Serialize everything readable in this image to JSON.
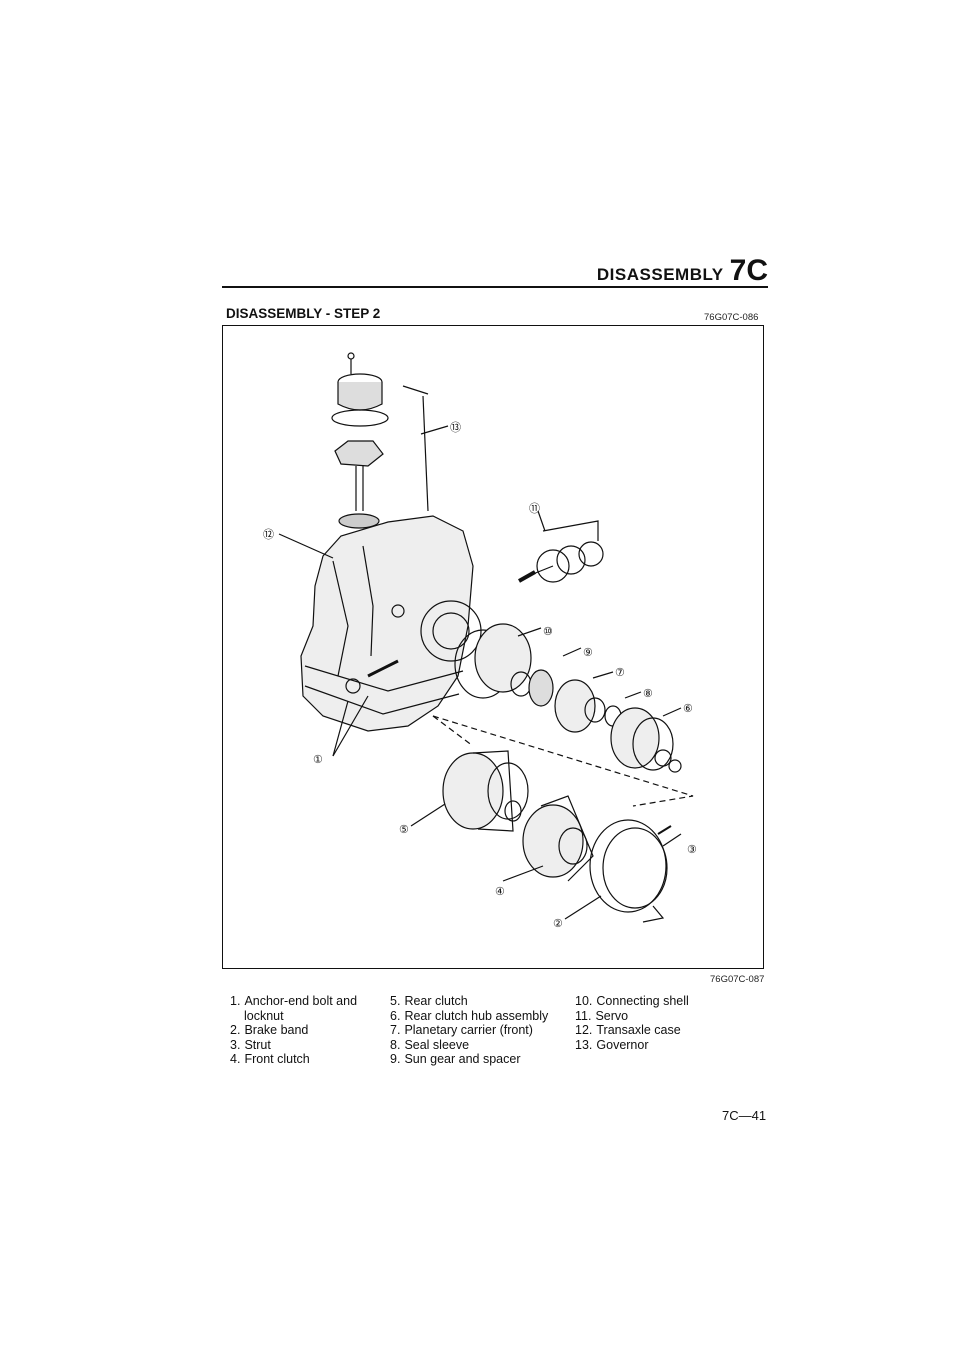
{
  "header": {
    "section_word": "DISASSEMBLY",
    "section_code": "7C"
  },
  "title": "DISASSEMBLY - STEP 2",
  "figure": {
    "code_top": "76G07C-086",
    "code_bottom": "76G07C-087",
    "callouts": [
      "①",
      "②",
      "③",
      "④",
      "⑤",
      "⑥",
      "⑦",
      "⑧",
      "⑨",
      "⑩",
      "⑪",
      "⑫",
      "⑬"
    ]
  },
  "legend": {
    "col1": [
      {
        "num": "1.",
        "text": "Anchor-end bolt and",
        "cont": "locknut"
      },
      {
        "num": "2.",
        "text": "Brake band"
      },
      {
        "num": "3.",
        "text": "Strut"
      },
      {
        "num": "4.",
        "text": "Front clutch"
      }
    ],
    "col2": [
      {
        "num": "5.",
        "text": "Rear clutch"
      },
      {
        "num": "6.",
        "text": "Rear clutch hub assembly"
      },
      {
        "num": "7.",
        "text": "Planetary carrier (front)"
      },
      {
        "num": "8.",
        "text": "Seal sleeve"
      },
      {
        "num": "9.",
        "text": "Sun gear and spacer"
      }
    ],
    "col3": [
      {
        "num": "10.",
        "text": "Connecting shell"
      },
      {
        "num": "11.",
        "text": "Servo"
      },
      {
        "num": "12.",
        "text": "Transaxle case"
      },
      {
        "num": "13.",
        "text": "Governor"
      }
    ]
  },
  "page_number": "7C—41"
}
